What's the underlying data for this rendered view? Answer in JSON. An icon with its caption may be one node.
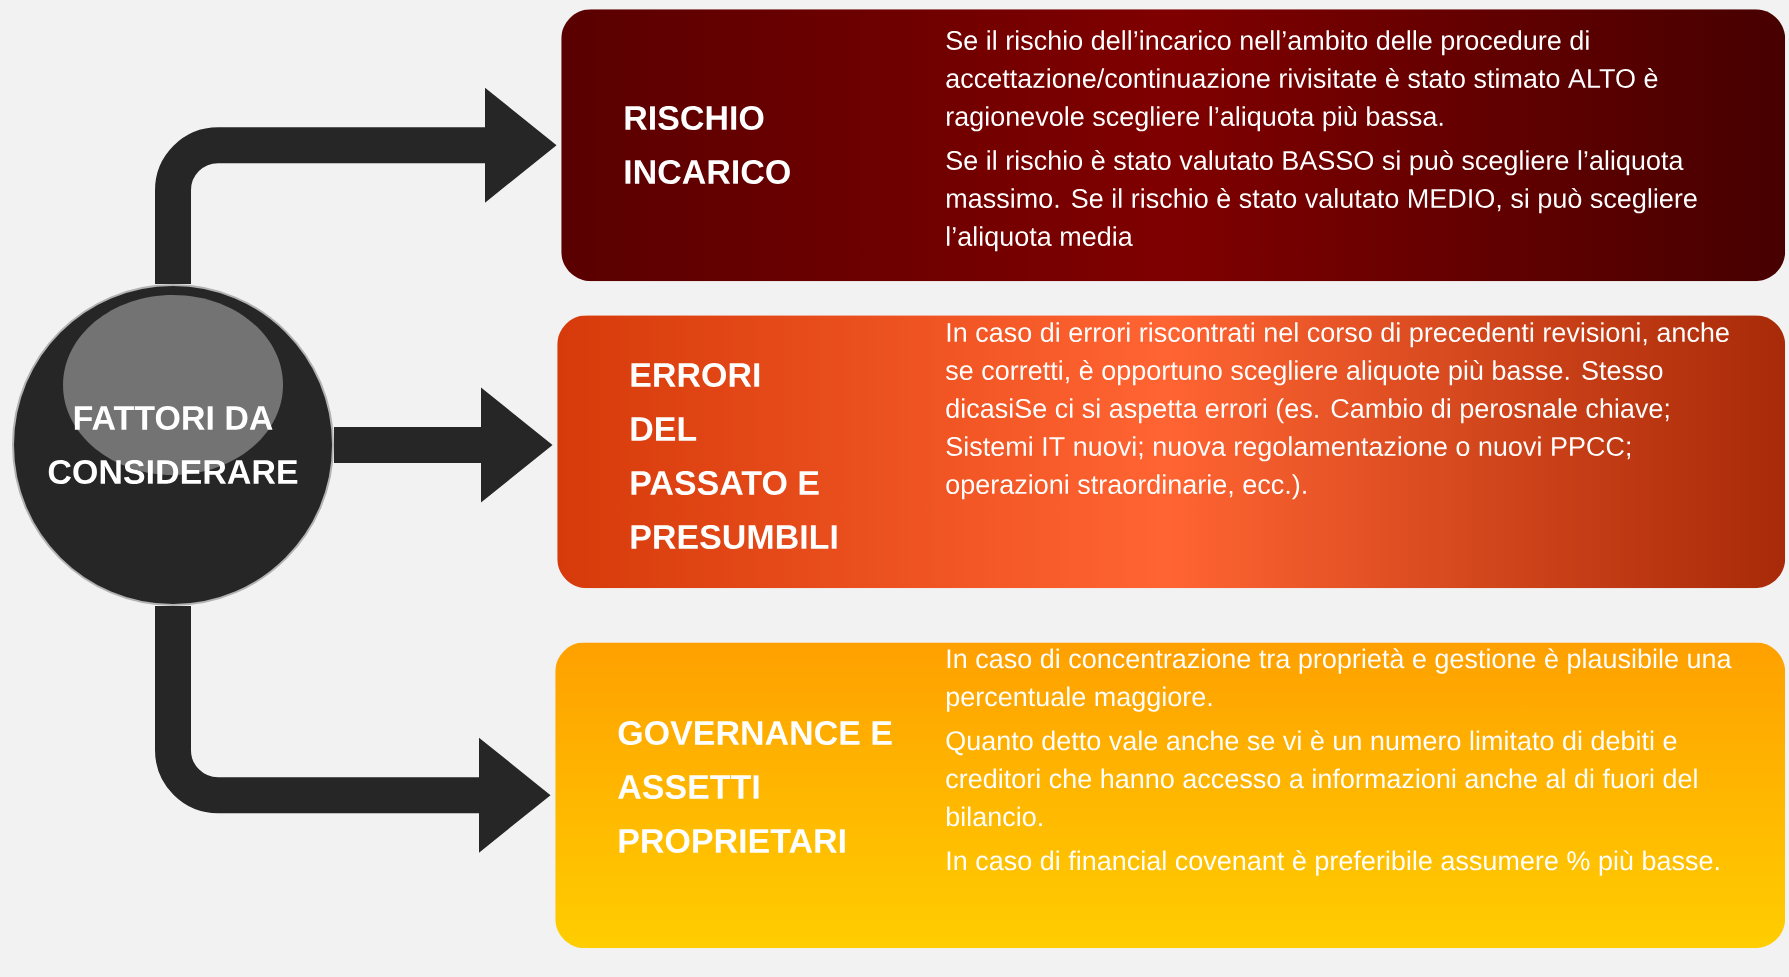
{
  "diagram": {
    "nodes": [
      {
        "text": [
          "FATTORI DA CONSIDERARE"
        ]
      },
      {
        "text": [
          "RISCHIO INCARICO",
          "Se il rischio dell’incarico nell’ambito delle procedure di accettazione/continuazione rivisitate è stato stimato ALTO è ragionevole scegliere l’aliquota più bassa.",
          "Se il rischio è stato valutato BASSO si può scegliere l’aliquota massimo. Se il rischio è stato valutato MEDIO, si può scegliere l’aliquota media"
        ]
      },
      {
        "text": [
          "ERRORI DEL PASSATO E PRESUMBILI",
          "In caso di errori riscontrati nel corso di precedenti revisioni, anche se corretti, è opportuno scegliere aliquote più basse.  Stesso dicasiSe ci si aspetta errori (es. Cambio di perosnale chiave; Sistemi IT nuovi; nuova regolamentazione o nuovi PPCC; operazioni straordinarie, ecc.)."
        ]
      },
      {
        "text": [
          "GOVERNANCE E ASSETTI PROPRIETARI",
          "In caso di concentrazione tra proprietà e gestione è plausibile una percentuale maggiore.",
          "Quanto detto vale anche se vi è un numero limitato di debiti e creditori che hanno accesso a informazioni anche al di fuori del bilancio.",
          "In caso di financial covenant è preferibile assumere % più basse."
        ]
      }
    ],
    "edges": [
      {
        "from": 0,
        "to": 1,
        "arrow": "to"
      },
      {
        "from": 0,
        "to": 2,
        "arrow": "to"
      },
      {
        "from": 0,
        "to": 3,
        "arrow": "to"
      }
    ]
  }
}
